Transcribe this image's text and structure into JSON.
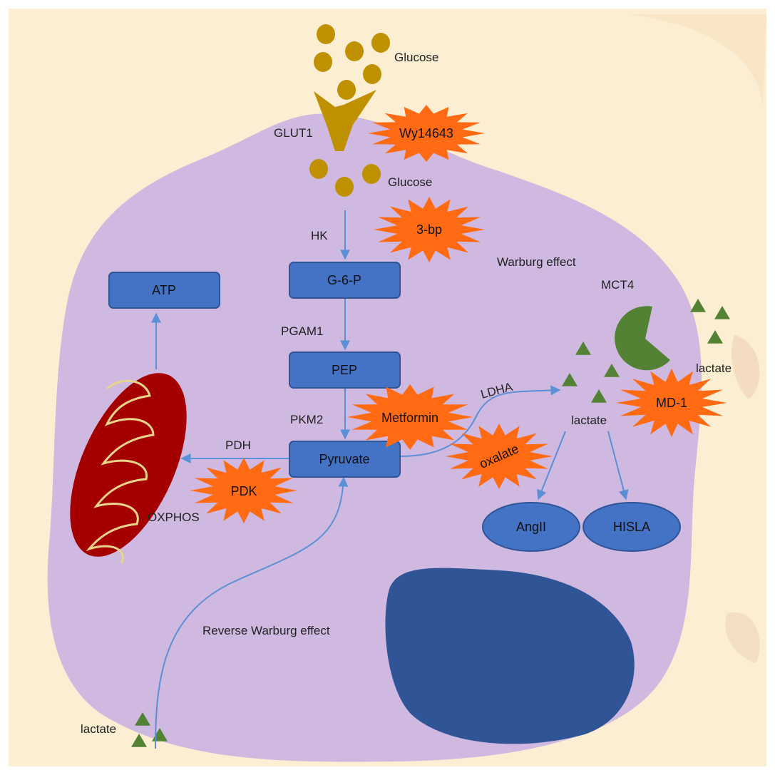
{
  "colors": {
    "background": "#fbeed2",
    "cell": "#cfb9e0",
    "box_fill": "#4472c4",
    "box_stroke": "#2f5597",
    "arrow": "#5b8fd6",
    "glucose": "#bf9000",
    "inhibitor": "#ff6a13",
    "lactate_triangle": "#548235",
    "mct4": "#548235",
    "mitochondria": "#a50000",
    "mito_cristae": "#e8d48a",
    "nucleus": "#2f5597"
  },
  "labels": {
    "glucose_outside": "Glucose",
    "glut1": "GLUT1",
    "glucose_inside": "Glucose",
    "hk": "HK",
    "pgam1": "PGAM1",
    "pkm2": "PKM2",
    "pdh": "PDH",
    "oxphos": "OXPHOS",
    "ldha": "LDHA",
    "warburg": "Warburg effect",
    "mct4": "MCT4",
    "lactate_outside_right": "lactate",
    "lactate_inside": "lactate",
    "reverse_warburg": "Reverse Warburg effect",
    "lactate_outside_bottom": "lactate"
  },
  "boxes": {
    "atp": "ATP",
    "g6p": "G-6-P",
    "pep": "PEP",
    "pyruvate": "Pyruvate"
  },
  "ellipses": {
    "angii": "AngII",
    "hisla": "HISLA"
  },
  "inhibitors": {
    "wy14643": "Wy14643",
    "three_bp": "3-bp",
    "metformin": "Metformin",
    "oxalate": "oxalate",
    "pdk": "PDK",
    "md1": "MD-1"
  },
  "icons": {
    "transporter": "glut1-transporter-icon",
    "mitochondrion": "mitochondrion-icon",
    "mct4": "mct4-transporter-icon",
    "nucleus": "nucleus-icon"
  }
}
